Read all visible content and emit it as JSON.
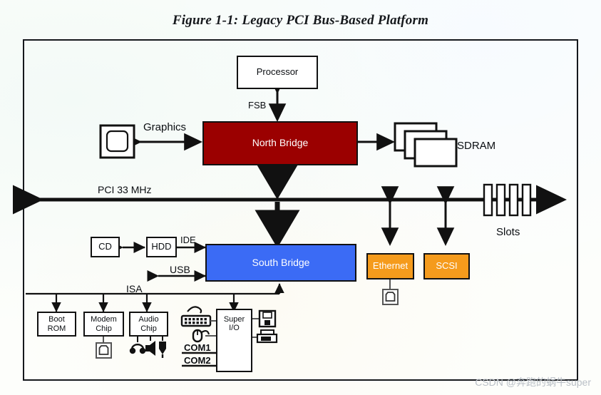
{
  "figure": {
    "title": "Figure 1-1: Legacy PCI Bus-Based Platform"
  },
  "colors": {
    "north_bridge": "#9b0000",
    "south_bridge": "#3b6bf5",
    "accent_orange": "#f59b1c",
    "line": "#111111",
    "page_bg": "#fdfefb"
  },
  "blocks": {
    "processor": "Processor",
    "north_bridge": "North Bridge",
    "south_bridge": "South Bridge",
    "ethernet": "Ethernet",
    "scsi": "SCSI",
    "cd": "CD",
    "hdd": "HDD",
    "boot_rom": "Boot\nROM",
    "boot_rom_l1": "Boot",
    "boot_rom_l2": "ROM",
    "modem_chip_l1": "Modem",
    "modem_chip_l2": "Chip",
    "audio_chip_l1": "Audio",
    "audio_chip_l2": "Chip",
    "super_io_l1": "Super",
    "super_io_l2": "I/O"
  },
  "bus_labels": {
    "fsb": "FSB",
    "graphics": "Graphics",
    "sdram": "SDRAM",
    "pci": "PCI 33 MHz",
    "slots": "Slots",
    "ide": "IDE",
    "usb": "USB",
    "isa": "ISA",
    "com1": "COM1",
    "com2": "COM2"
  },
  "icons": {
    "monitor": "monitor-icon",
    "memory_stack": "memory-module-icon",
    "rj45_ethernet": "rj45-jack-icon",
    "rj11_modem": "modem-jack-icon",
    "headphones": "headphones-icon",
    "speaker": "speaker-icon",
    "microphone": "microphone-icon",
    "keyboard": "keyboard-icon",
    "mouse": "mouse-icon",
    "floppy": "floppy-disk-icon",
    "printer": "printer-icon"
  },
  "watermark": {
    "text": "CSDN @奔跑的蜗牛super"
  }
}
